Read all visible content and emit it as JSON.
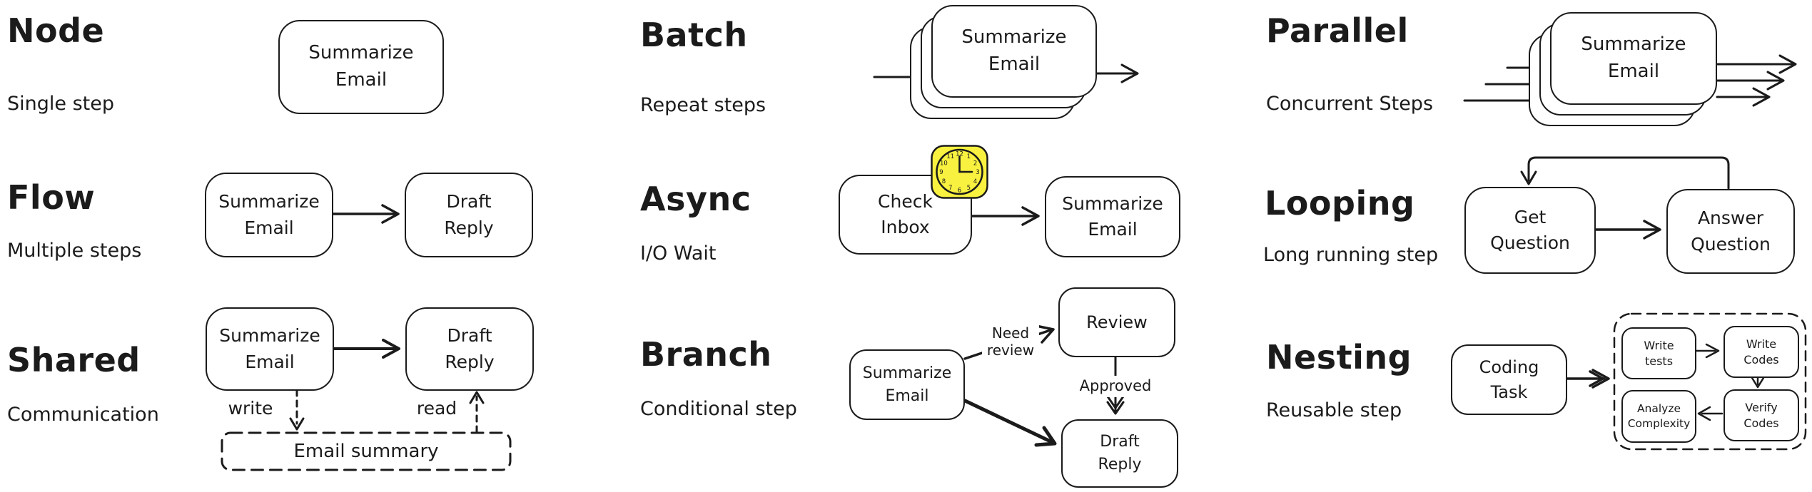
{
  "canvas": {
    "background": "#ffffff",
    "ink": "#1b1b1b"
  },
  "sections": {
    "node": {
      "title": "Node",
      "subtitle": "Single step",
      "box": "Summarize\nEmail"
    },
    "batch": {
      "title": "Batch",
      "subtitle": "Repeat steps",
      "box": "Summarize\nEmail"
    },
    "parallel": {
      "title": "Parallel",
      "subtitle": "Concurrent Steps",
      "box": "Summarize\nEmail"
    },
    "flow": {
      "title": "Flow",
      "subtitle": "Multiple steps",
      "box1": "Summarize\nEmail",
      "box2": "Draft\nReply"
    },
    "async": {
      "title": "Async",
      "subtitle": "I/O Wait",
      "box1": "Check\nInbox",
      "box2": "Summarize\nEmail",
      "clock": {
        "color": "#f8f13f",
        "numbers": [
          "12",
          "1",
          "2",
          "3",
          "4",
          "5",
          "6",
          "7",
          "8",
          "9",
          "10",
          "11"
        ]
      }
    },
    "looping": {
      "title": "Looping",
      "subtitle": "Long running step",
      "box1": "Get\nQuestion",
      "box2": "Answer\nQuestion"
    },
    "shared": {
      "title": "Shared",
      "subtitle": "Communication",
      "box1": "Summarize\nEmail",
      "box2": "Draft\nReply",
      "write_label": "write",
      "read_label": "read",
      "store": "Email summary"
    },
    "branch": {
      "title": "Branch",
      "subtitle": "Conditional step",
      "box1": "Summarize\nEmail",
      "box2": "Review",
      "box3": "Draft\nReply",
      "edge_need_review": "Need\nreview",
      "edge_approved": "Approved"
    },
    "nesting": {
      "title": "Nesting",
      "subtitle": "Reusable step",
      "box1": "Coding\nTask",
      "sub1": "Write\ntests",
      "sub2": "Write\nCodes",
      "sub3": "Verify\nCodes",
      "sub4": "Analyze\nComplexity"
    }
  }
}
